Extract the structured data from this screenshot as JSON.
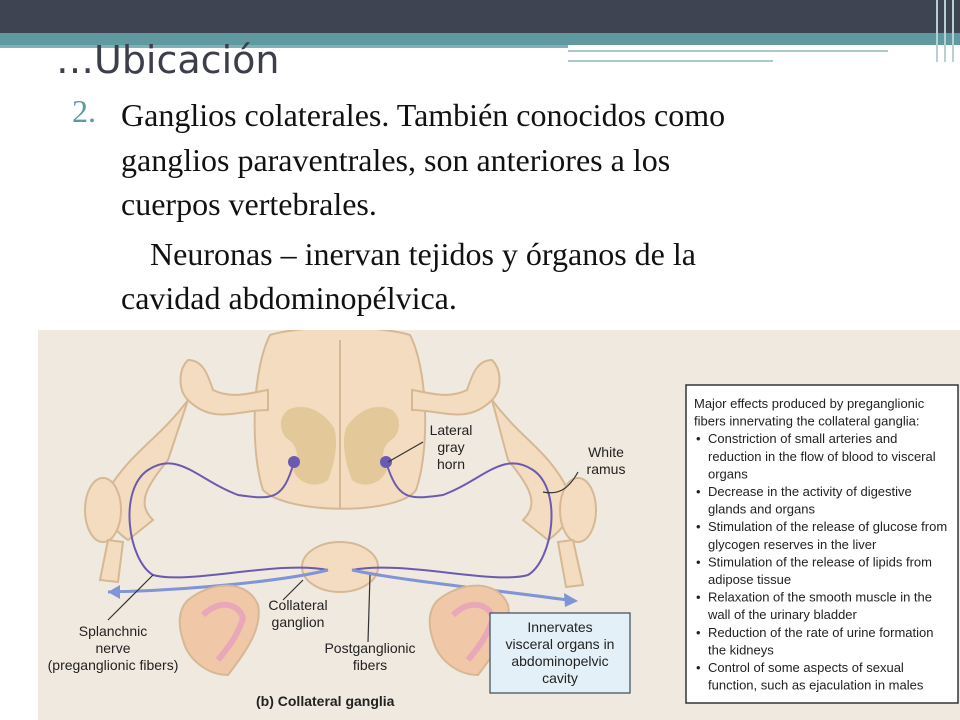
{
  "slide": {
    "title": "…Ubicación",
    "list_number": "2.",
    "lines": [
      "Ganglios colaterales. También conocidos como",
      "ganglios paraventrales, son anteriores a los",
      "cuerpos vertebrales.",
      "Neuronas – inervan tejidos  y  órganos de la",
      "cavidad abdominopélvica."
    ]
  },
  "figure": {
    "labels": {
      "lateral_gray_horn": [
        "Lateral",
        "gray",
        "horn"
      ],
      "white_ramus": [
        "White",
        "ramus"
      ],
      "collateral_ganglion": [
        "Collateral",
        "ganglion"
      ],
      "splanchnic_nerve": [
        "Splanchnic",
        "nerve",
        "(preganglionic fibers)"
      ],
      "postganglionic_fibers": [
        "Postganglionic",
        "fibers"
      ],
      "innervates": [
        "Innervates",
        "visceral organs in",
        "abdominopelvic",
        "cavity"
      ],
      "caption": "(b) Collateral ganglia"
    },
    "effects_box": {
      "heading": [
        "Major effects produced by preganglionic",
        "fibers innervating the collateral ganglia:"
      ],
      "items": [
        [
          "Constriction of small arteries and",
          "reduction in the flow of blood to visceral",
          "organs"
        ],
        [
          "Decrease in the activity of digestive",
          "glands and organs"
        ],
        [
          "Stimulation of the release of glucose from",
          "glycogen reserves in the liver"
        ],
        [
          "Stimulation of the release of lipids from",
          "adipose tissue"
        ],
        [
          "Relaxation of the smooth muscle in the",
          "wall of the urinary bladder"
        ],
        [
          "Reduction of the rate of urine formation",
          "the kidneys"
        ],
        [
          "Control of some aspects of sexual",
          "function, such as ejaculation in males"
        ]
      ]
    },
    "colors": {
      "tissue": "#f4dcc0",
      "gray_matter": "#e3c89a",
      "nerve_purple": "#6a5bb0",
      "accent_teal": "#5e9aa0",
      "organ_pink": "#e8a8b8"
    }
  }
}
